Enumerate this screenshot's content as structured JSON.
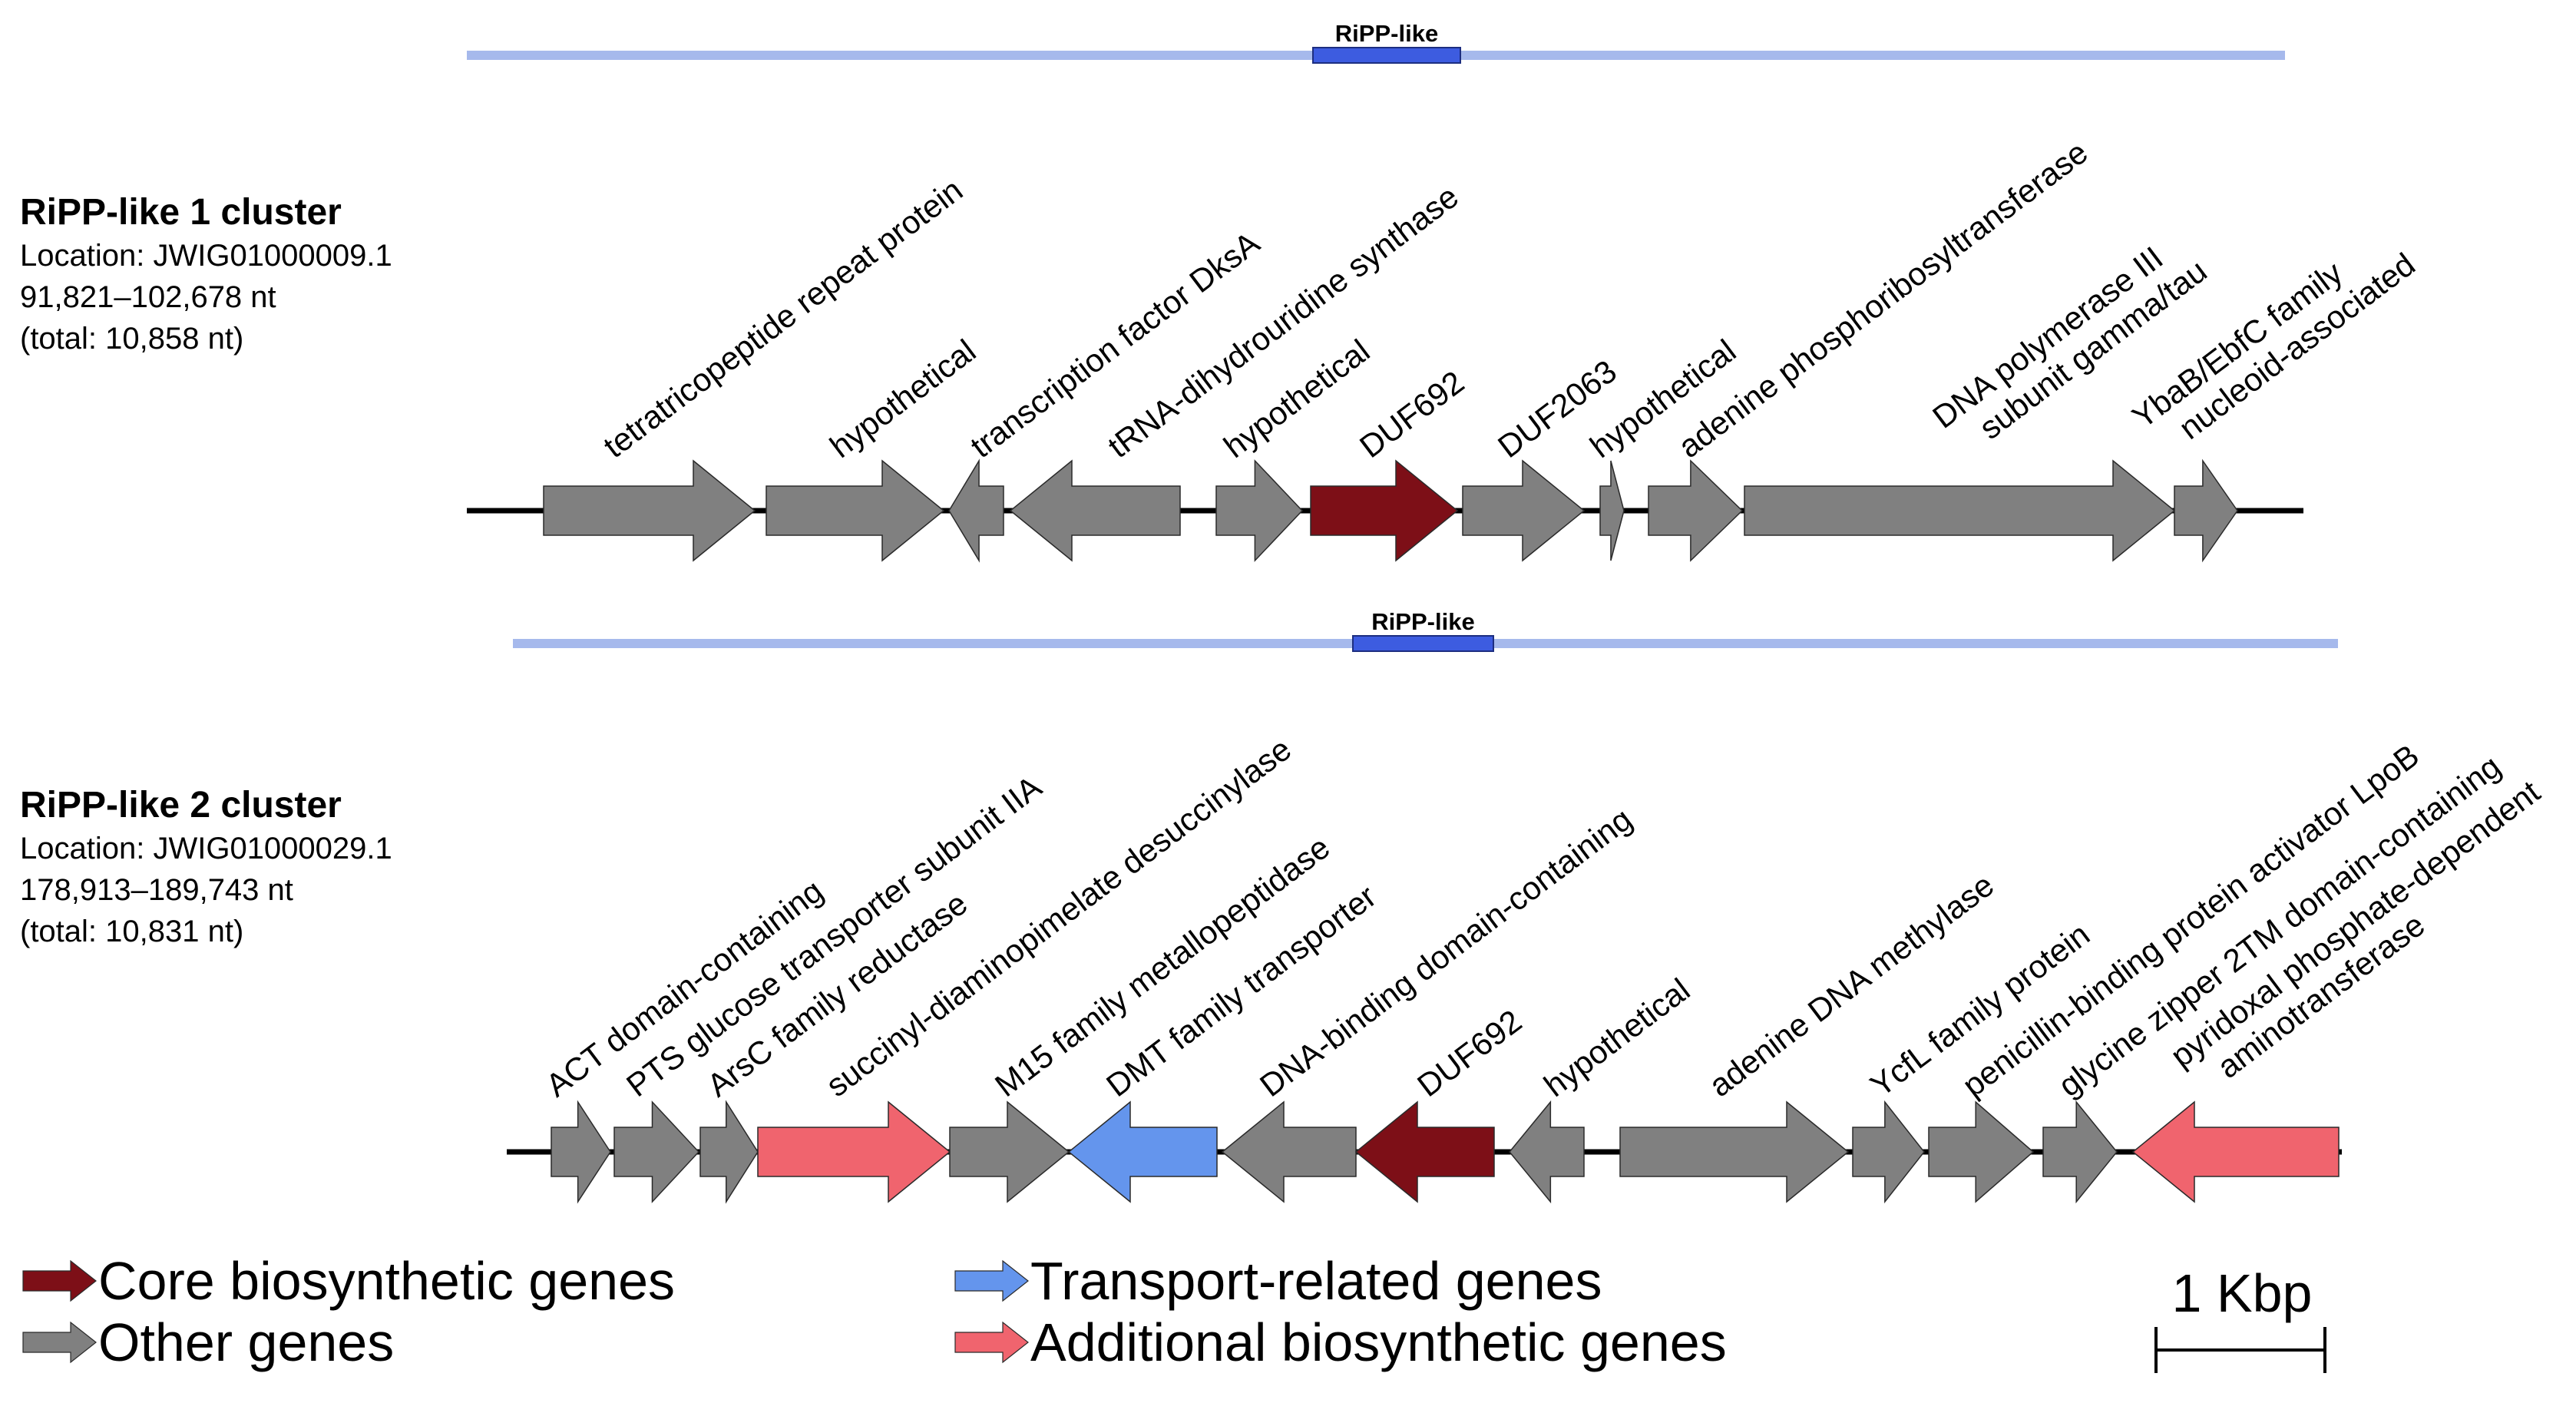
{
  "colors": {
    "core": "#7d0f17",
    "other": "#808080",
    "transport": "#6495ed",
    "additional": "#f0646e",
    "region_band": "#a6b9ec",
    "region_box": "#3d5ce0",
    "backbone": "#000000"
  },
  "clusters": [
    {
      "title": "RiPP-like 1 cluster",
      "location": "Location: JWIG01000009.1",
      "range": "91,821–102,678 nt",
      "total": "(total: 10,858 nt)",
      "region_label": "RiPP-like",
      "genes": [
        {
          "label": "tetratricopeptide repeat protein",
          "strand": "+",
          "type": "other"
        },
        {
          "label": "hypothetical",
          "strand": "+",
          "type": "other"
        },
        {
          "label": "transcription factor DksA",
          "strand": "-",
          "type": "other"
        },
        {
          "label": "tRNA-dihydrouridine synthase",
          "strand": "-",
          "type": "other"
        },
        {
          "label": "hypothetical",
          "strand": "+",
          "type": "other"
        },
        {
          "label": "DUF692",
          "strand": "+",
          "type": "core"
        },
        {
          "label": "DUF2063",
          "strand": "+",
          "type": "other"
        },
        {
          "label": "hypothetical",
          "strand": "+",
          "type": "other"
        },
        {
          "label": "adenine phosphoribosyltransferase",
          "strand": "+",
          "type": "other"
        },
        {
          "label": "DNA polymerase III",
          "label2": "subunit gamma/tau",
          "strand": "+",
          "type": "other"
        },
        {
          "label": "YbaB/EbfC family",
          "label2": "nucleoid-associated",
          "strand": "+",
          "type": "other"
        }
      ]
    },
    {
      "title": "RiPP-like 2 cluster",
      "location": "Location: JWIG01000029.1",
      "range": "178,913–189,743 nt",
      "total": "(total: 10,831 nt)",
      "region_label": "RiPP-like",
      "genes": [
        {
          "label": "ACT domain-containing",
          "strand": "+",
          "type": "other"
        },
        {
          "label": "PTS glucose transporter subunit IIA",
          "strand": "+",
          "type": "other"
        },
        {
          "label": "ArsC family reductase",
          "strand": "+",
          "type": "other"
        },
        {
          "label": "succinyl-diaminopimelate desuccinylase",
          "strand": "+",
          "type": "additional"
        },
        {
          "label": "M15 family metallopeptidase",
          "strand": "+",
          "type": "other"
        },
        {
          "label": "DMT family transporter",
          "strand": "-",
          "type": "transport"
        },
        {
          "label": "DNA-binding domain-containing",
          "strand": "-",
          "type": "other"
        },
        {
          "label": "DUF692",
          "strand": "-",
          "type": "core"
        },
        {
          "label": "hypothetical",
          "strand": "-",
          "type": "other"
        },
        {
          "label": "adenine DNA methylase",
          "strand": "+",
          "type": "other"
        },
        {
          "label": "YcfL family protein",
          "strand": "+",
          "type": "other"
        },
        {
          "label": "penicillin-binding protein activator LpoB",
          "strand": "+",
          "type": "other"
        },
        {
          "label": "glycine zipper 2TM domain-containing",
          "strand": "+",
          "type": "other"
        },
        {
          "label": "pyridoxal phosphate-dependent",
          "label2": "aminotransferase",
          "strand": "-",
          "type": "additional"
        }
      ]
    }
  ],
  "legend": [
    {
      "label": "Core biosynthetic genes",
      "type": "core"
    },
    {
      "label": "Other genes",
      "type": "other"
    },
    {
      "label": "Transport-related genes",
      "type": "transport"
    },
    {
      "label": "Additional biosynthetic genes",
      "type": "additional"
    }
  ],
  "scale_bar": {
    "label": "1 Kbp"
  }
}
